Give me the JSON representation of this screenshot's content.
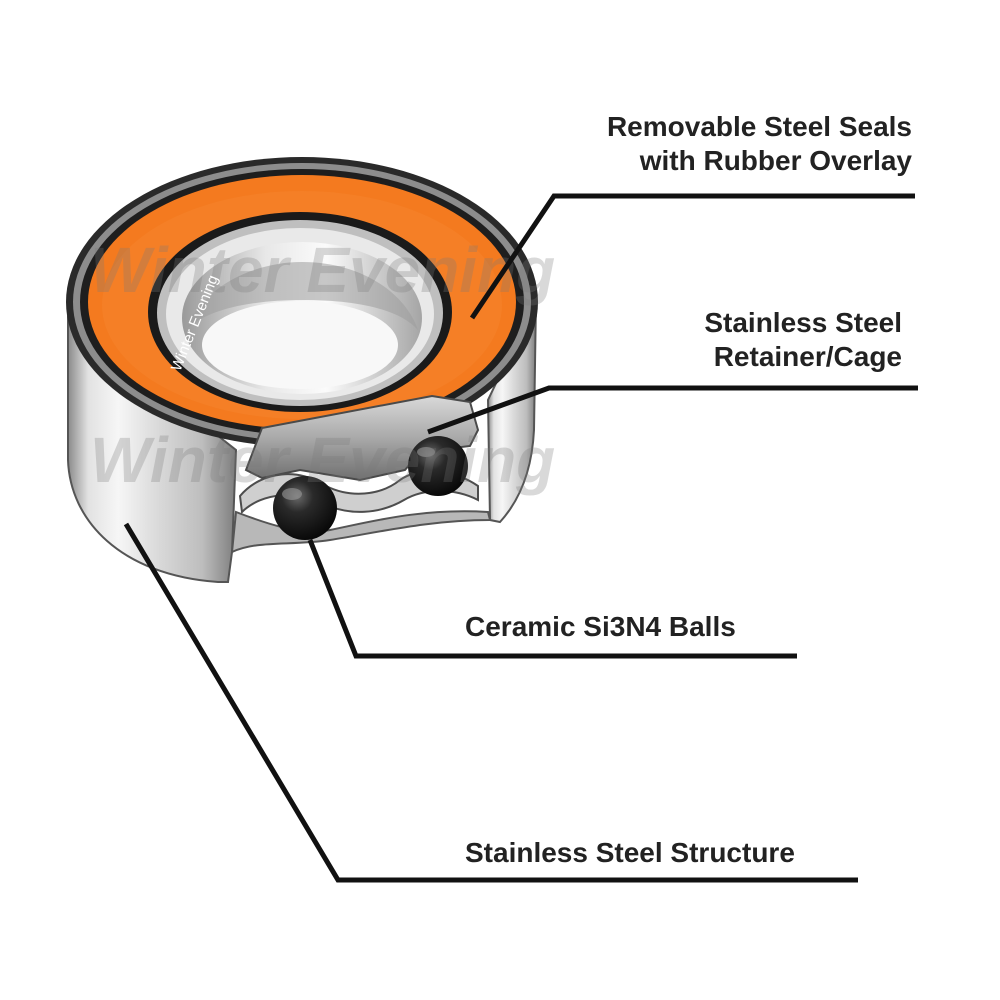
{
  "labels": {
    "seals": {
      "line1": "Removable Steel Seals",
      "line2": "with Rubber Overlay"
    },
    "cage": {
      "line1": "Stainless Steel",
      "line2": "Retainer/Cage"
    },
    "balls": "Ceramic Si3N4 Balls",
    "structure": "Stainless Steel Structure"
  },
  "watermark": {
    "text": "Winter Evening",
    "seal_print": "Winter Evening"
  },
  "colors": {
    "seal_orange": "#f47a1f",
    "steel": "#c9c9c9",
    "ball": "#1c1c1c",
    "line": "#111111",
    "text": "#222222"
  }
}
